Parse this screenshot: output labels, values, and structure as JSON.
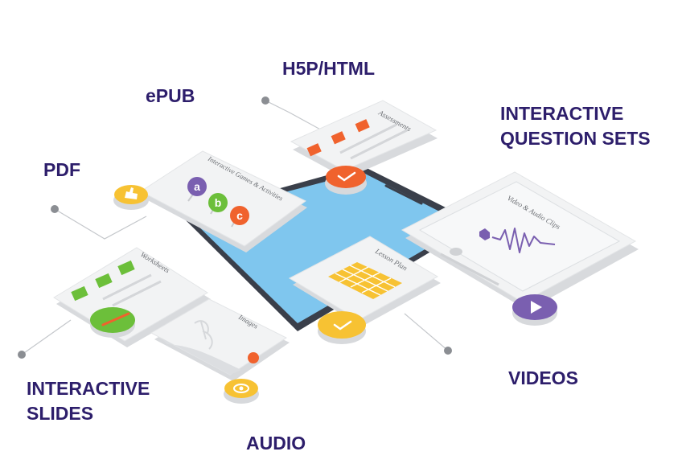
{
  "labels": {
    "h5p": "H5P/HTML",
    "epub": "ePUB",
    "pdf": "PDF",
    "interactive_question_sets": [
      "INTERACTIVE",
      "QUESTION SETS"
    ],
    "interactive_slides": [
      "INTERACTIVE",
      "SLIDES"
    ],
    "audio": "AUDIO",
    "videos": "VIDEOS"
  },
  "cards": {
    "assessments": "Assessments",
    "games": "Interactive Games & Activities",
    "video_audio": "Video & Audio Clips",
    "worksheets": "Worksheets",
    "images": "Images",
    "lesson_plan": "Lesson Plan"
  },
  "letters": [
    "a",
    "b",
    "c"
  ],
  "colors": {
    "label_text": "#2d1e6b",
    "tablet_screen": "#7fc6ee",
    "tablet_frame": "#3a3f4a",
    "orange": "#f0622d",
    "yellow": "#f7c233",
    "green": "#6cbf3a",
    "purple": "#7a5fb0",
    "card": "#f2f3f4",
    "connector": "#c4c7cb",
    "connector_dot": "#8b8e93"
  }
}
